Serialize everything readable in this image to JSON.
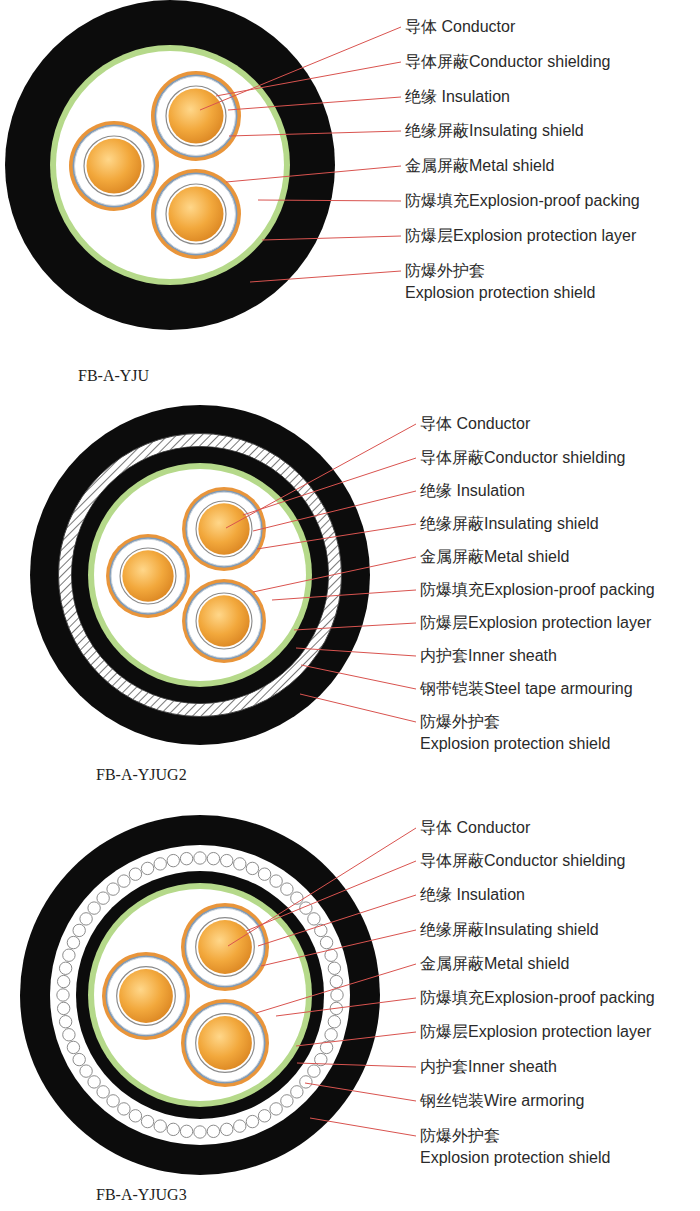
{
  "diagram": {
    "labels": [
      "导体 Conductor",
      "导体屏蔽Conductor shielding",
      "绝缘 Insulation",
      "绝缘屏蔽Insulating shield",
      "金属屏蔽Metal shield",
      "防爆填充Explosion-proof packing",
      "防爆层Explosion protection layer",
      "防爆外护套",
      "Explosion protection shield",
      "FB-A-YJU",
      "导体 Conductor",
      "导体屏蔽Conductor shielding",
      "绝缘 Insulation",
      "绝缘屏蔽Insulating shield",
      "金属屏蔽Metal shield",
      "防爆填充Explosion-proof packing",
      "防爆层Explosion protection layer",
      "内护套Inner sheath",
      "钢带铠装Steel tape armouring",
      "防爆外护套",
      "Explosion protection shield",
      "FB-A-YJUG2",
      "导体 Conductor",
      "导体屏蔽Conductor shielding",
      "绝缘 Insulation",
      "绝缘屏蔽Insulating shield",
      "金属屏蔽Metal shield",
      "防爆填充Explosion-proof packing",
      "防爆层Explosion protection layer",
      "内护套Inner sheath",
      "钢丝铠装Wire armoring",
      "防爆外护套",
      "Explosion protection shield",
      "FB-A-YJUG3"
    ]
  }
}
